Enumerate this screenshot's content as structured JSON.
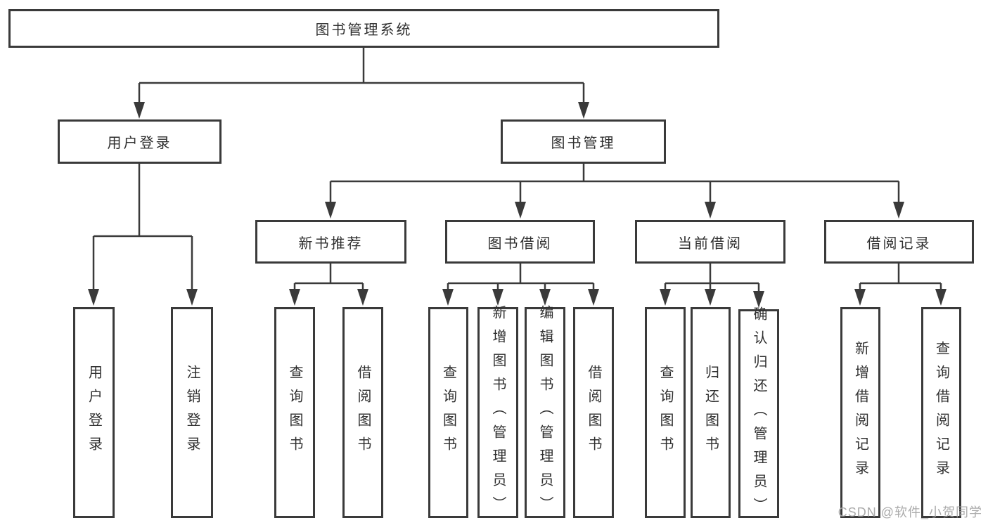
{
  "nodes": {
    "root": "图书管理系统",
    "user_login": "用户登录",
    "book_mgmt": "图书管理",
    "new_book_rec": "新书推荐",
    "book_borrow": "图书借阅",
    "current_borrow": "当前借阅",
    "borrow_records": "借阅记录",
    "ul_user_login": "用户登录",
    "ul_logout": "注销登录",
    "nb_query_book": "查询图书",
    "nb_borrow_book": "借阅图书",
    "bb_query_book": "查询图书",
    "bb_add_book": "新增图书（管理员）",
    "bb_edit_book": "编辑图书（管理员）",
    "bb_borrow_book": "借阅图书",
    "cb_query_book": "查询图书",
    "cb_return_book": "归还图书",
    "cb_confirm_return": "确认归还（管理员）",
    "br_add_record": "新增借阅记录",
    "br_query_record": "查询借阅记录"
  },
  "hierarchy": {
    "图书管理系统": {
      "用户登录": [
        "用户登录",
        "注销登录"
      ],
      "图书管理": {
        "新书推荐": [
          "查询图书",
          "借阅图书"
        ],
        "图书借阅": [
          "查询图书",
          "新增图书（管理员）",
          "编辑图书（管理员）",
          "借阅图书"
        ],
        "当前借阅": [
          "查询图书",
          "归还图书",
          "确认归还（管理员）"
        ],
        "借阅记录": [
          "新增借阅记录",
          "查询借阅记录"
        ]
      }
    }
  },
  "watermark": {
    "text": "CSDN @软件_小贺同学"
  },
  "colors": {
    "line": "#3a3a3a",
    "text": "#2f2f2f",
    "box_background": "#ffffff",
    "watermark": "#a2a2a2",
    "background": "#ffffff"
  }
}
